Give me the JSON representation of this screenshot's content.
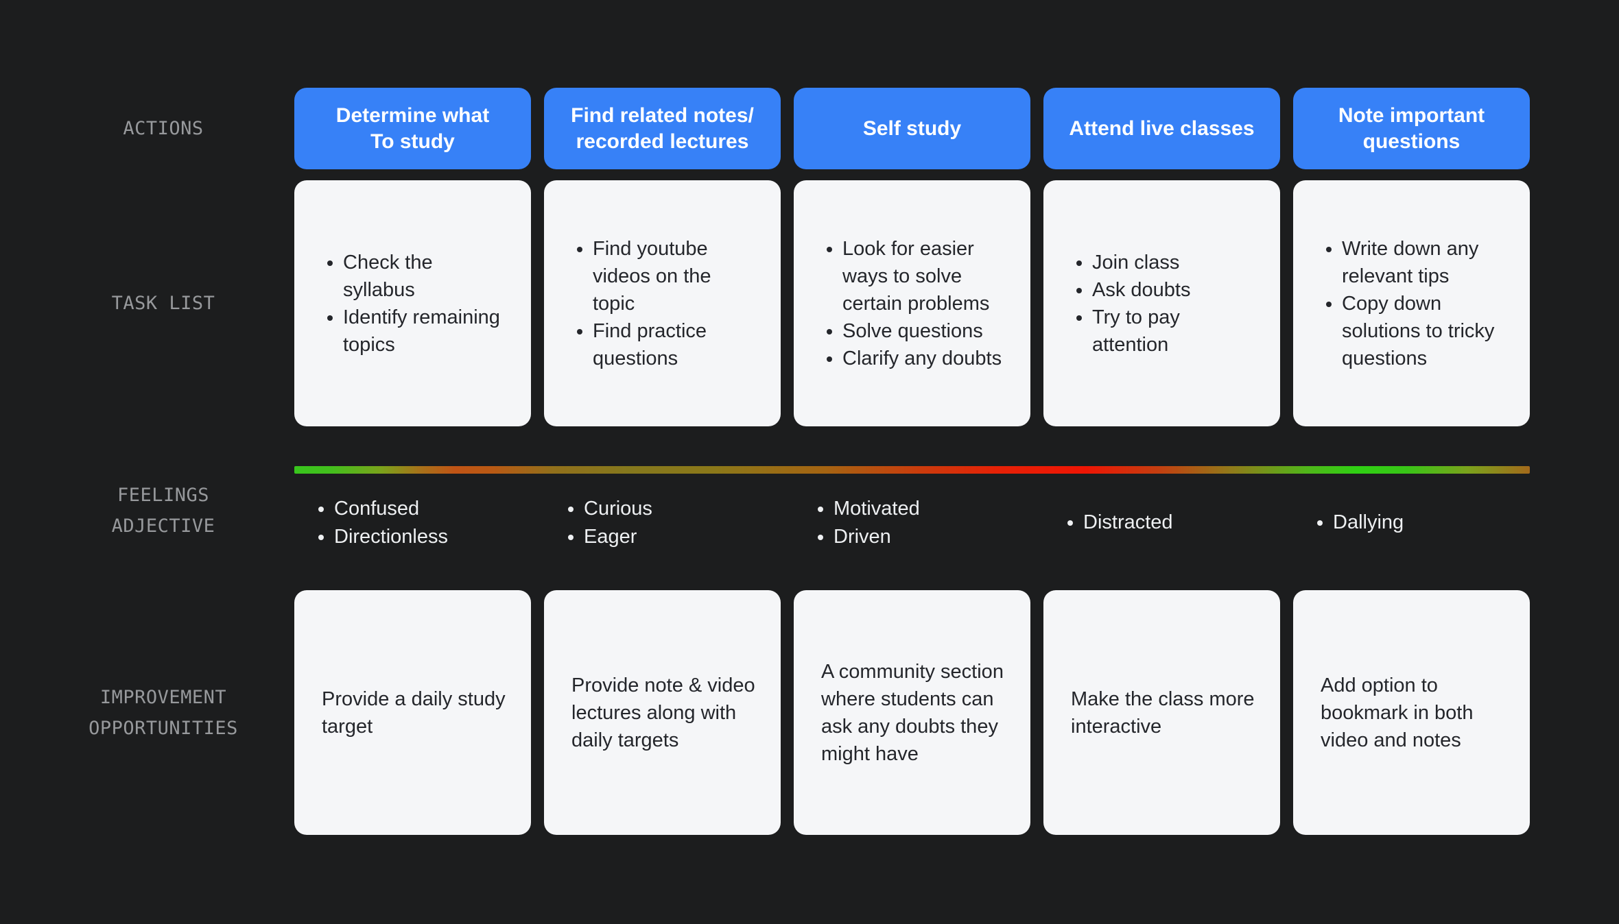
{
  "colors": {
    "background": "#1c1d1e",
    "card_background": "#f5f6f8",
    "accent_blue": "#3781f7",
    "text_dark": "#24262b",
    "text_light": "#eef0f2",
    "label_gray": "#97999c"
  },
  "row_labels": {
    "actions": "ACTIONS",
    "task_list": "TASK LIST",
    "feelings": "FEELINGS\nADJECTIVE",
    "improvements": "IMPROVEMENT\nOPPORTUNITIES"
  },
  "actions": [
    "Determine what\nTo study",
    "Find related notes/\nrecorded lectures",
    "Self study",
    "Attend live classes",
    "Note important\nquestions"
  ],
  "tasks": [
    [
      "Check the\nsyllabus",
      "Identify remaining\ntopics"
    ],
    [
      "Find youtube\nvideos on the\ntopic",
      "Find practice\nquestions"
    ],
    [
      "Look for easier\nways to solve\ncertain problems",
      "Solve questions",
      "Clarify any doubts"
    ],
    [
      "Join class",
      "Ask doubts",
      "Try to pay\nattention"
    ],
    [
      "Write down any\nrelevant tips",
      "Copy down\nsolutions to tricky\nquestions"
    ]
  ],
  "feelings": {
    "columns": [
      [
        "Confused",
        "Directionless"
      ],
      [
        "Curious",
        "Eager"
      ],
      [
        "Motivated",
        "Driven"
      ],
      [
        "Distracted"
      ],
      [
        "Dallying"
      ]
    ],
    "gradient_stops": [
      "#38c51d 0%",
      "#43bf1d 3%",
      "#7aa31b 7%",
      "#a5741a 10%",
      "#c05415 13%",
      "#b95914 16%",
      "#91701b 21%",
      "#85781d 27%",
      "#8b7819 34%",
      "#a56412 43%",
      "#cc3a0c 51%",
      "#e62106 57%",
      "#ee1504 64%",
      "#c33f10 70%",
      "#8f7c1a 76%",
      "#50b61a 82%",
      "#2fd013 86%",
      "#38c517 90%",
      "#7ba21c 95%",
      "#a3691b 100%"
    ]
  },
  "improvements": [
    "Provide a daily study\ntarget",
    "Provide note & video\nlectures along with\ndaily targets",
    "A community section\nwhere students can\nask any doubts they\nmight have",
    "Make the class more\ninteractive",
    "Add option to\nbookmark in both\nvideo and notes"
  ]
}
